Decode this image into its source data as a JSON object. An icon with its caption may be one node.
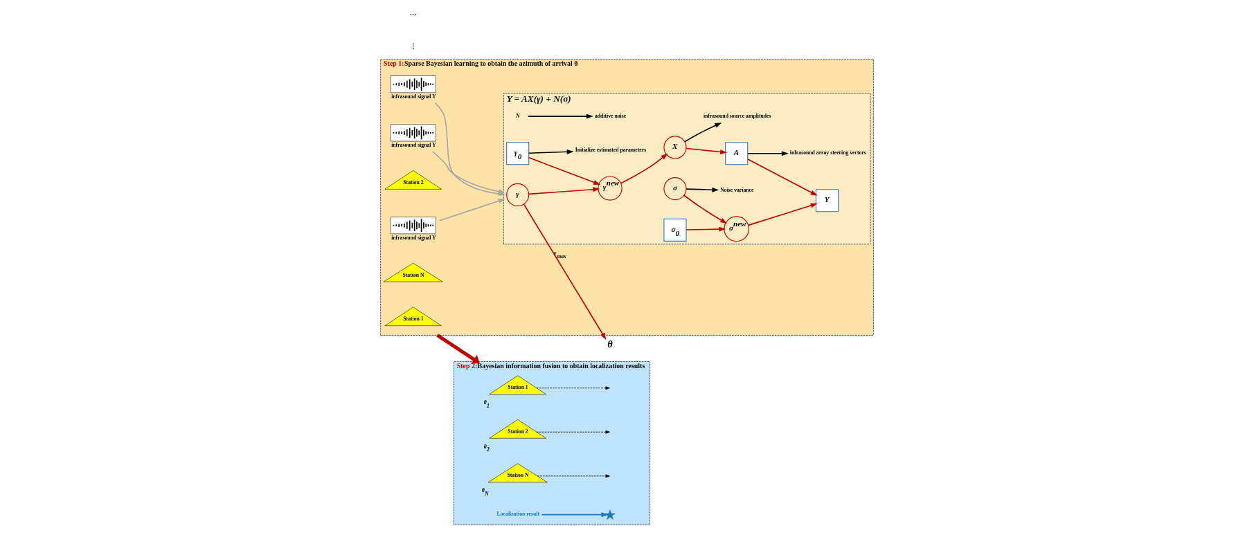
{
  "diagram": {
    "nodes": [
      {
        "text": [
          "Step 1:",
          "Sparse Bayesian learning to obtain the azimuth of arrival θ"
        ]
      },
      {
        "text": [
          "Station 1"
        ],
        "in": 0
      },
      {
        "text": [],
        "shape": "picture",
        "in": 0,
        "beside": [
          "infrasound signal Y"
        ]
      },
      {
        "text": [
          "Station 2"
        ],
        "in": 0
      },
      {
        "text": [],
        "shape": "picture",
        "in": 0,
        "beside": [
          "infrasound signal Y"
        ]
      },
      {
        "text": [
          "Station N"
        ],
        "in": 0
      },
      {
        "text": [],
        "shape": "picture",
        "in": 0,
        "beside": [
          "infrasound signal Y"
        ]
      },
      {
        "text": [
          "Y = AX(γ) + N(σ)"
        ],
        "in": 0
      },
      {
        "text": [
          "γ"
        ],
        "in": 7
      },
      {
        "text": [
          "γ$^{new}$"
        ],
        "in": 7
      },
      {
        "text": [
          "X"
        ],
        "in": 7
      },
      {
        "text": [
          "A"
        ],
        "in": 7
      },
      {
        "text": [
          "Y"
        ],
        "in": 7
      },
      {
        "text": [
          "γ$_{0}$"
        ],
        "in": 7
      },
      {
        "text": [
          "σ"
        ],
        "in": 7
      },
      {
        "text": [
          "σ$^{new}$"
        ],
        "in": 7
      },
      {
        "text": [
          "σ$_{0}$"
        ],
        "in": 7
      },
      {
        "text": [
          "infrasound array steering vectors"
        ],
        "in": 7
      },
      {
        "text": [
          "infrasound source amplitudes"
        ],
        "in": 7
      },
      {
        "text": [
          "Initialize estimated parameters"
        ],
        "in": 7
      },
      {
        "text": [
          "Noise variance"
        ],
        "in": 7
      },
      {
        "text": [
          "N"
        ],
        "in": 7
      },
      {
        "text": [
          "additive noise"
        ],
        "in": 7
      },
      {
        "text": [
          "Step 2:",
          "Bayesian information fusion to obtain localization results"
        ]
      },
      {
        "text": [
          "Station 1"
        ],
        "in": 23,
        "beside": [
          "θ$_{1}$"
        ]
      },
      {
        "text": [
          "Station 2"
        ],
        "in": 23,
        "beside": [
          "θ$_{2}$"
        ]
      },
      {
        "text": [
          "Station N"
        ],
        "in": 23,
        "beside": [
          "θ$_{N}$"
        ]
      },
      {
        "text": [],
        "shape": "star",
        "in": 23
      },
      {
        "text": [
          "Localization result"
        ],
        "in": 23
      },
      {
        "text": [
          "θ"
        ]
      }
    ],
    "edges": [
      {
        "from": 2,
        "to": 7,
        "arrow": "to",
        "color": "#a6a6a6"
      },
      {
        "from": 4,
        "to": 7,
        "arrow": "to",
        "color": "#a6a6a6"
      },
      {
        "from": 6,
        "to": 7,
        "arrow": "to",
        "color": "#a6a6a6"
      },
      {
        "from": 8,
        "to": 9,
        "arrow": "to"
      },
      {
        "from": 9,
        "to": 10,
        "arrow": "to"
      },
      {
        "from": 10,
        "to": 11,
        "arrow": "to"
      },
      {
        "from": 11,
        "to": 12,
        "arrow": "to"
      },
      {
        "from": 13,
        "to": 9,
        "arrow": "to"
      },
      {
        "from": 14,
        "to": 15,
        "arrow": "to"
      },
      {
        "from": 16,
        "to": 15,
        "arrow": "to"
      },
      {
        "from": 15,
        "to": 12,
        "arrow": "to"
      },
      {
        "from": 11,
        "to": 17,
        "arrow": "to",
        "color": "#000000"
      },
      {
        "from": 10,
        "to": 18,
        "arrow": "to",
        "color": "#000000"
      },
      {
        "from": 13,
        "to": 19,
        "arrow": "to",
        "color": "#000000"
      },
      {
        "from": 14,
        "to": 20,
        "arrow": "to",
        "color": "#000000"
      },
      {
        "from": 21,
        "to": 22,
        "arrow": "to",
        "color": "#000000"
      },
      {
        "from": 8,
        "to": 29,
        "arrow": "to",
        "label": "γ$_{max}$"
      },
      {
        "from": 0,
        "to": 23,
        "arrow": "to",
        "style": "thick"
      },
      {
        "from": 24,
        "to": null,
        "arrow": "to",
        "style": "dashed",
        "color": "#000000"
      },
      {
        "from": 25,
        "to": null,
        "arrow": "to",
        "style": "dashed",
        "color": "#000000"
      },
      {
        "from": 26,
        "to": null,
        "arrow": "to",
        "style": "dashed",
        "color": "#000000"
      },
      {
        "from": 28,
        "to": 27,
        "arrow": "to",
        "color": "#1f77b4"
      }
    ],
    "labels": [
      "⋮",
      "…"
    ]
  }
}
